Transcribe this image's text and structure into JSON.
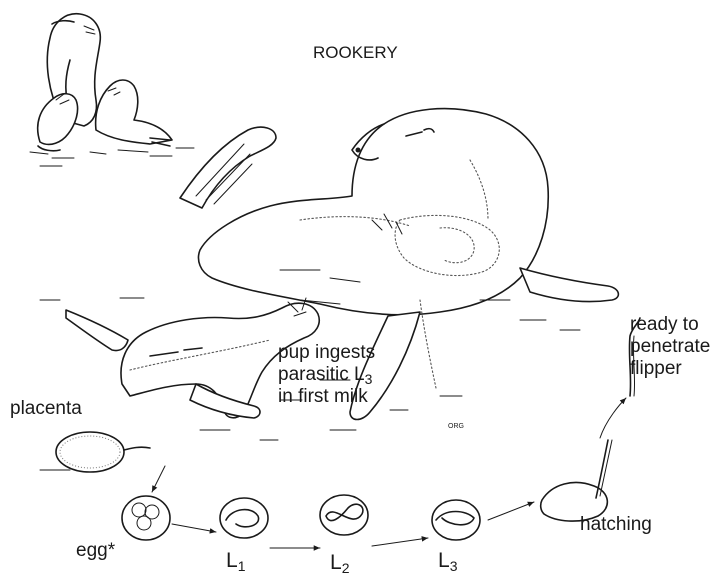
{
  "title": "ROOKERY",
  "labels": {
    "placenta": "placenta",
    "pup_line1": "pup ingests",
    "pup_line2_pre": "parasitic L",
    "pup_line2_sub": "3",
    "pup_line3": "in first milk",
    "ready_line1": "ready to",
    "ready_line2": "penetrate",
    "ready_line3": "flipper",
    "hatching": "hatching",
    "egg": "egg*"
  },
  "stages": [
    {
      "base": "L",
      "sub": "1"
    },
    {
      "base": "L",
      "sub": "2"
    },
    {
      "base": "L",
      "sub": "3"
    }
  ],
  "artist_mark": "ORG"
}
